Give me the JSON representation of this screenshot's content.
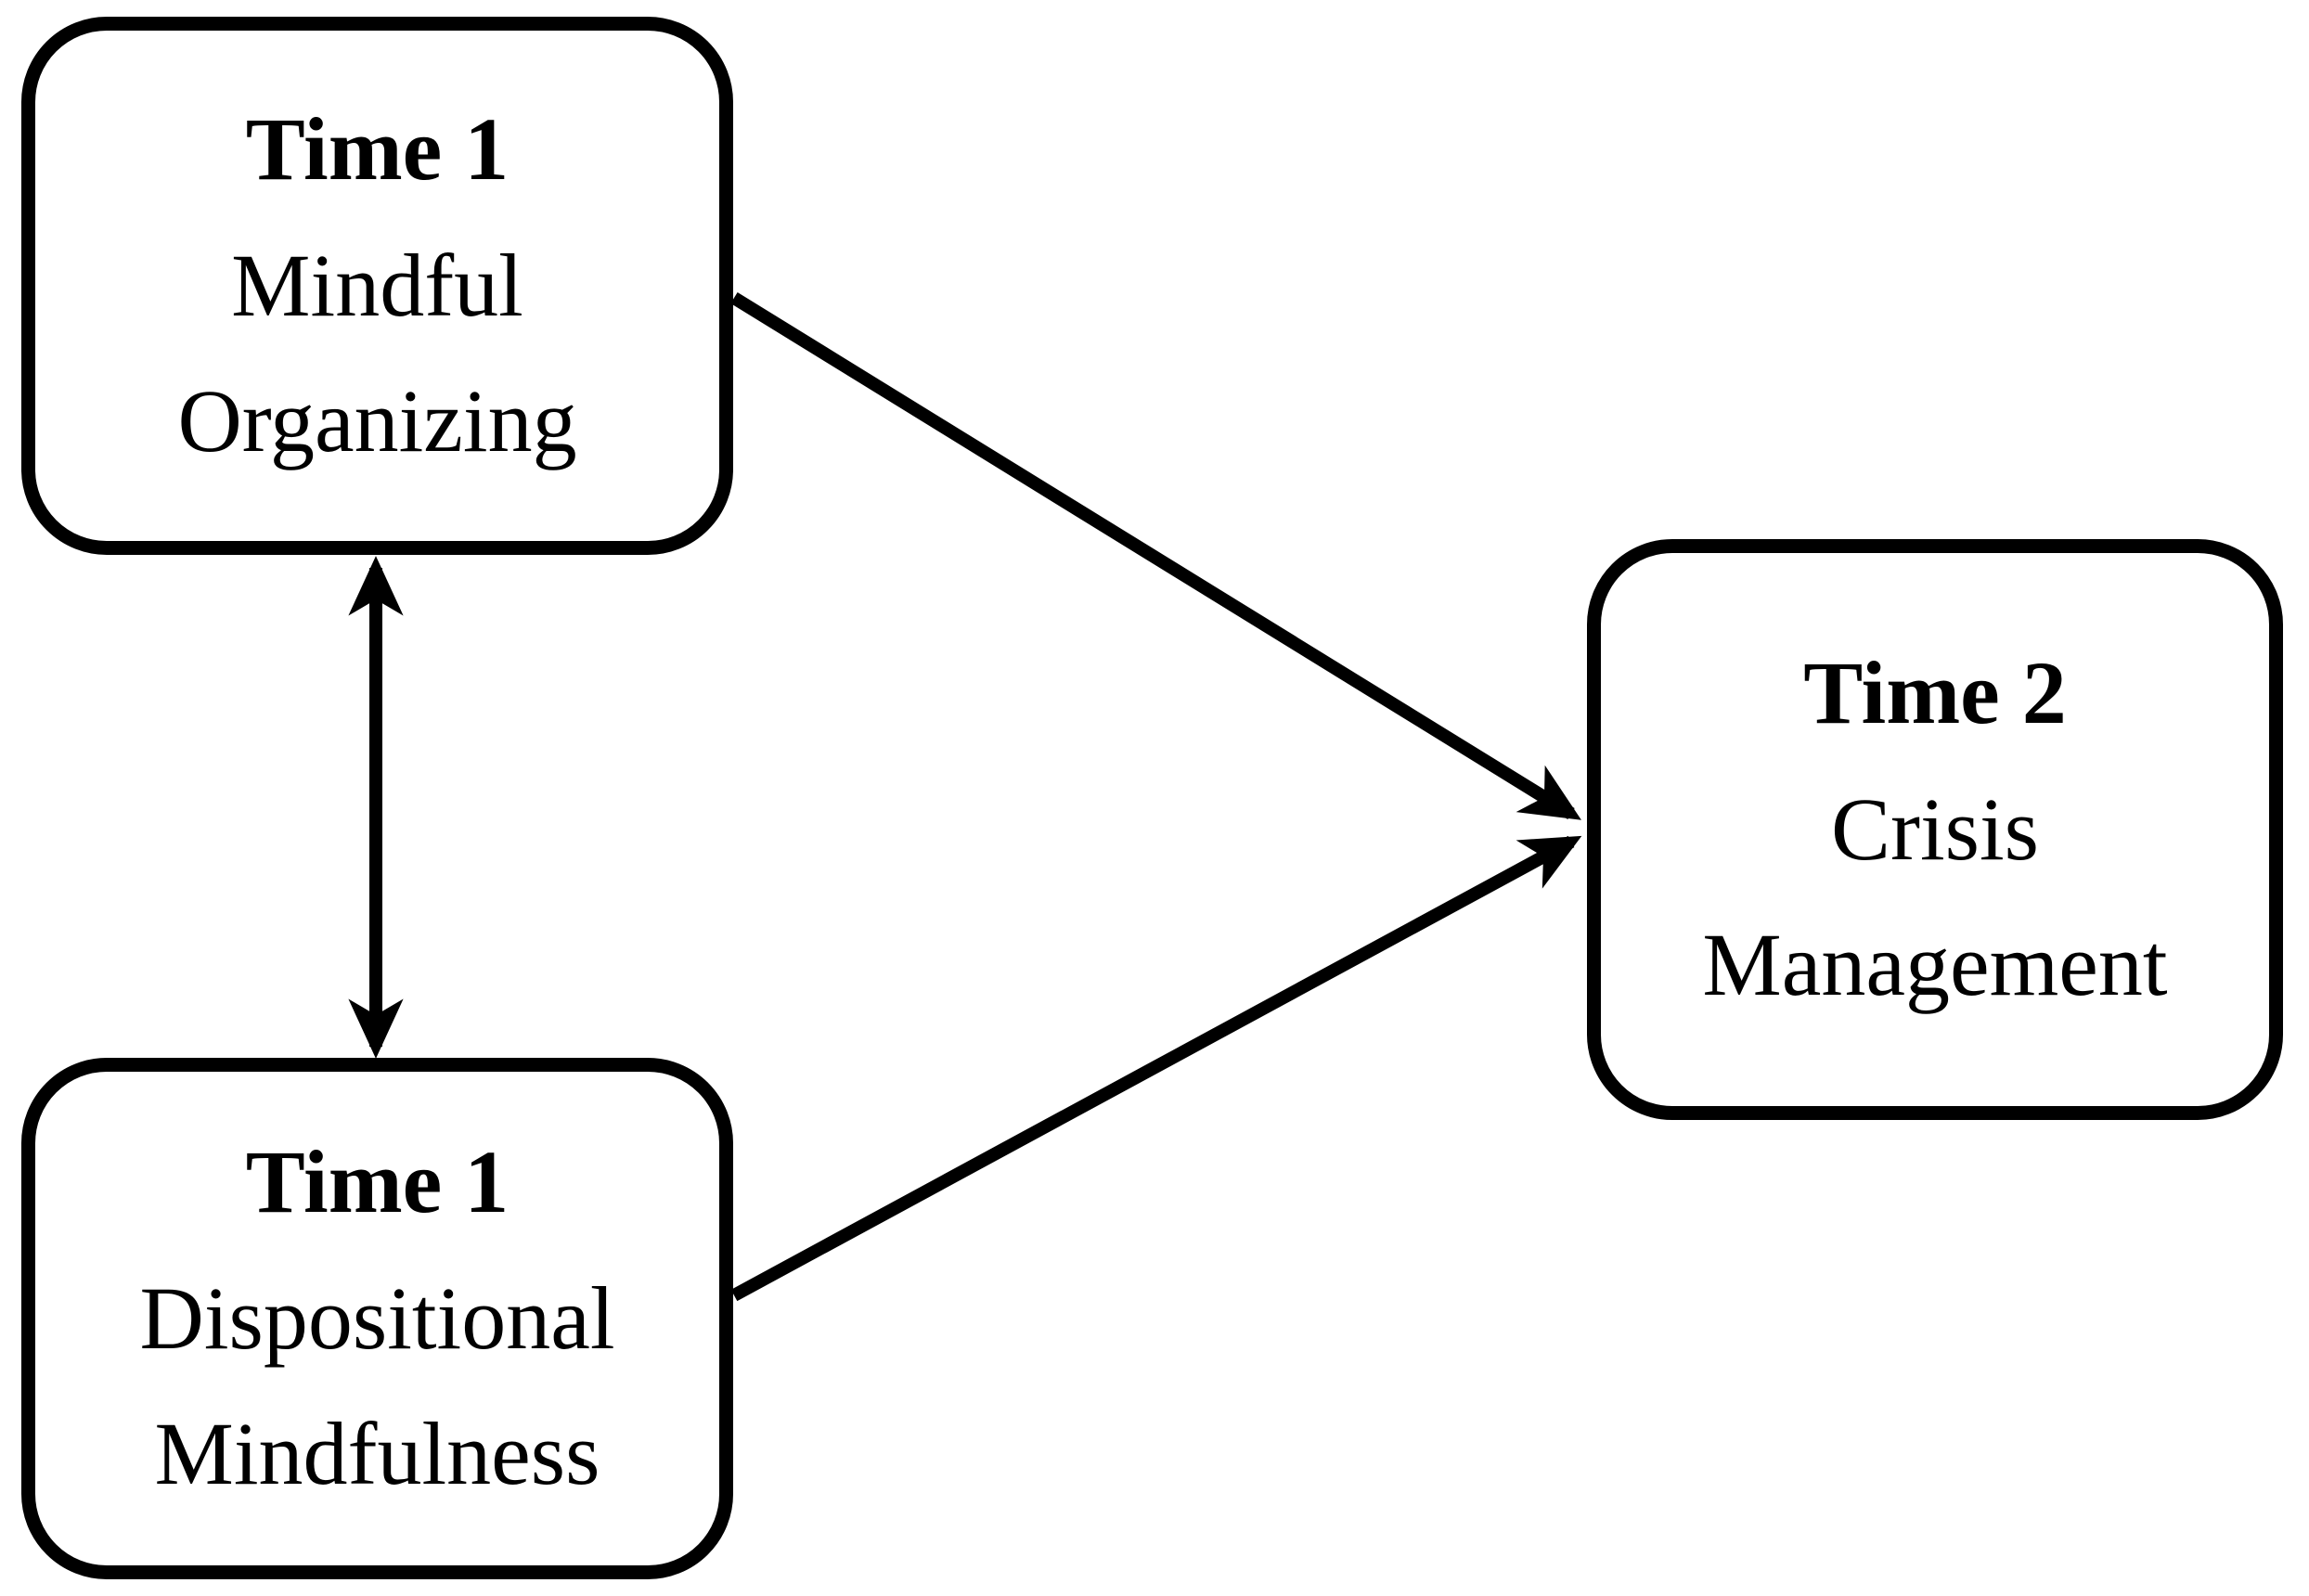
{
  "figure": {
    "type": "path-diagram",
    "background_color": "#ffffff",
    "line_color": "#000000",
    "text_color": "#000000"
  },
  "nodes": {
    "mindful_organizing": {
      "time_label": "Time 1",
      "title_line1": "Mindful",
      "title_line2": "Organizing"
    },
    "dispositional_mindfulness": {
      "time_label": "Time 1",
      "title_line1": "Dispositional",
      "title_line2": "Mindfulness"
    },
    "crisis_management": {
      "time_label": "Time 2",
      "title_line1": "Crisis",
      "title_line2": "Management"
    }
  },
  "edges": [
    {
      "from": "Time 1 Mindful Organizing",
      "to": "Time 1 Dispositional Mindfulness",
      "arrow": "double-headed"
    },
    {
      "from": "Time 1 Mindful Organizing",
      "to": "Time 2 Crisis Management",
      "arrow": "single-headed"
    },
    {
      "from": "Time 1 Dispositional Mindfulness",
      "to": "Time 2 Crisis Management",
      "arrow": "single-headed"
    }
  ]
}
